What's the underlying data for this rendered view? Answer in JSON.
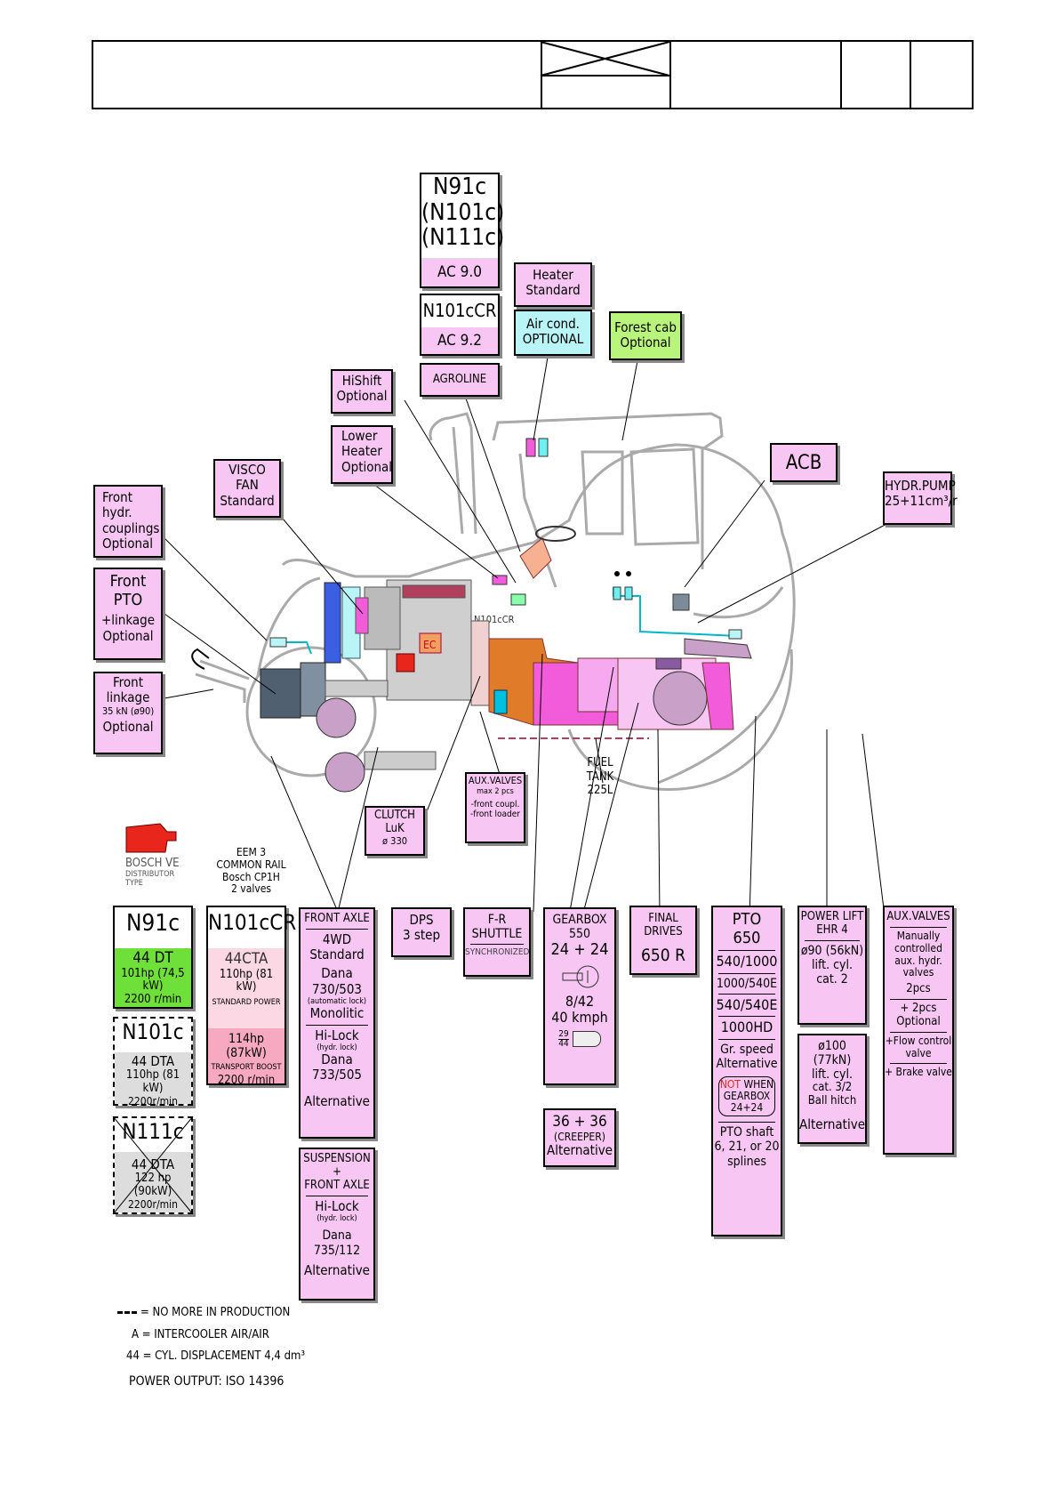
{
  "engine_labels": {
    "n91c": "N91c",
    "n101c_paren": "(N101c)",
    "n111c_paren": "(N111c)",
    "ac90": "AC 9.0",
    "n101ccr": "N101cCR",
    "ac92": "AC 9.2",
    "agroline": "AGROLINE",
    "n101ccr_tag": "N101cCR",
    "ec_tag": "EC"
  },
  "cab": {
    "heater": "Heater\nStandard",
    "aircond": "Air cond.\nOPTIONAL",
    "forest": "Forest cab\nOptional",
    "acb": "ACB",
    "hydr_pump": "HYDR.PUMP\n25+11cm³/r"
  },
  "left_options": {
    "hishift": "HiShift\nOptional",
    "lower_heater": "Lower\nHeater\nOptional",
    "visco_fan": "VISCO\nFAN\nStandard",
    "front_hydr": "Front\nhydr.\ncouplings\nOptional",
    "front_pto_title": "Front\nPTO",
    "front_pto_sub": "+linkage\nOptional",
    "front_linkage_title": "Front\nlinkage",
    "front_linkage_spec": "35 kN (ø90)",
    "front_linkage_opt": "Optional"
  },
  "center_labels": {
    "clutch": "CLUTCH\nLuK",
    "clutch_dia": "ø 330",
    "aux_valves_title": "AUX.VALVES",
    "aux_valves_max": "max 2 pcs",
    "aux_valves_items": "-front coupl.\n-front loader",
    "fuel_tank": "FUEL\nTANK\n225L"
  },
  "engine_types": {
    "bosch": "BOSCH VE",
    "bosch_sub": "DISTRIBUTOR\nTYPE",
    "eem3": "EEM 3\nCOMMON RAIL\nBosch CP1H\n2 valves"
  },
  "engines": [
    {
      "name": "N91c",
      "type": "44 DT",
      "power": "101hp (74,5 kW)",
      "rpm": "2200 r/min"
    },
    {
      "name": "N101cCR",
      "type": "44CTA",
      "power": "110hp (81 kW)",
      "mode1": "STANDARD POWER",
      "power2": "114hp (87kW)",
      "mode2": "TRANSPORT BOOST",
      "rpm": "2200 r/min"
    },
    {
      "name": "N101c",
      "type": "44 DTA",
      "power": "110hp (81 kW)",
      "rpm": "2200r/min"
    },
    {
      "name": "N111c",
      "type": "44 DTA",
      "power": "122 hp (90kW)",
      "rpm": "2200r/min"
    }
  ],
  "front_axle": {
    "title": "FRONT AXLE",
    "drive": "4WD\nStandard",
    "dana1": "Dana\n730/503",
    "auto_lock": "(automatic lock)",
    "monolitic": "Monolitic",
    "hilock": "Hi-Lock",
    "hydr_lock": "(hydr. lock)",
    "dana2": "Dana\n733/505",
    "alt": "Alternative"
  },
  "suspension": {
    "title": "SUSPENSION\n+\nFRONT AXLE",
    "hilock": "Hi-Lock",
    "hydr_lock": "(hydr. lock)",
    "dana": "Dana 735/112",
    "alt": "Alternative"
  },
  "dps": "DPS\n3 step",
  "shuttle": {
    "title": "F-R\nSHUTTLE",
    "sub": "SYNCHRONIZED"
  },
  "gearbox": {
    "title": "GEARBOX\n550",
    "gears": "24 + 24",
    "speeds": "8/42\n40 kmph",
    "ratio_top": "29",
    "ratio_bot": "44"
  },
  "creeper": {
    "gears": "36 + 36",
    "label": "(CREEPER)",
    "alt": "Alternative"
  },
  "final_drives": {
    "title": "FINAL DRIVES",
    "value": "650 R"
  },
  "pto": {
    "title": "PTO\n650",
    "r1": "540/1000",
    "r2": "1000/540E",
    "r3": "540/540E",
    "r4": "1000HD",
    "gr_speed": "Gr. speed\nAlternative",
    "not_word": "NOT",
    "when": " WHEN\nGEARBOX\n24+24",
    "shaft": "PTO shaft\n6, 21, or 20\nsplines"
  },
  "power_lift": {
    "title": "POWER LIFT\nEHR 4",
    "std": "ø90 (56kN)\nlift. cyl.\ncat. 2",
    "alt_spec": "ø100 (77kN)\nlift. cyl.",
    "alt_cat": "cat. 3/2\nBall hitch",
    "alt": "Alternative"
  },
  "aux_valves_rear": {
    "title": "AUX.VALVES",
    "desc": "Manually\ncontrolled\naux. hydr.\nvalves",
    "std": "2pcs",
    "opt": "+ 2pcs\nOptional",
    "flow": "+Flow control\nvalve",
    "brake": "+ Brake valve"
  },
  "legend": {
    "dashed": "= NO MORE IN PRODUCTION",
    "a": "A = INTERCOOLER AIR/AIR",
    "cyl": "44 = CYL. DISPLACEMENT 4,4 dm³",
    "power": "POWER OUTPUT: ISO 14396"
  },
  "colors": {
    "pink": "#f7c6f3",
    "cyan": "#b9f4f7",
    "green": "#b9f57a",
    "orange": "#e07b2a",
    "magenta": "#f25bd9",
    "red": "#e8261c",
    "gray": "#cfcfcf",
    "rose": "#f7a9c2"
  }
}
